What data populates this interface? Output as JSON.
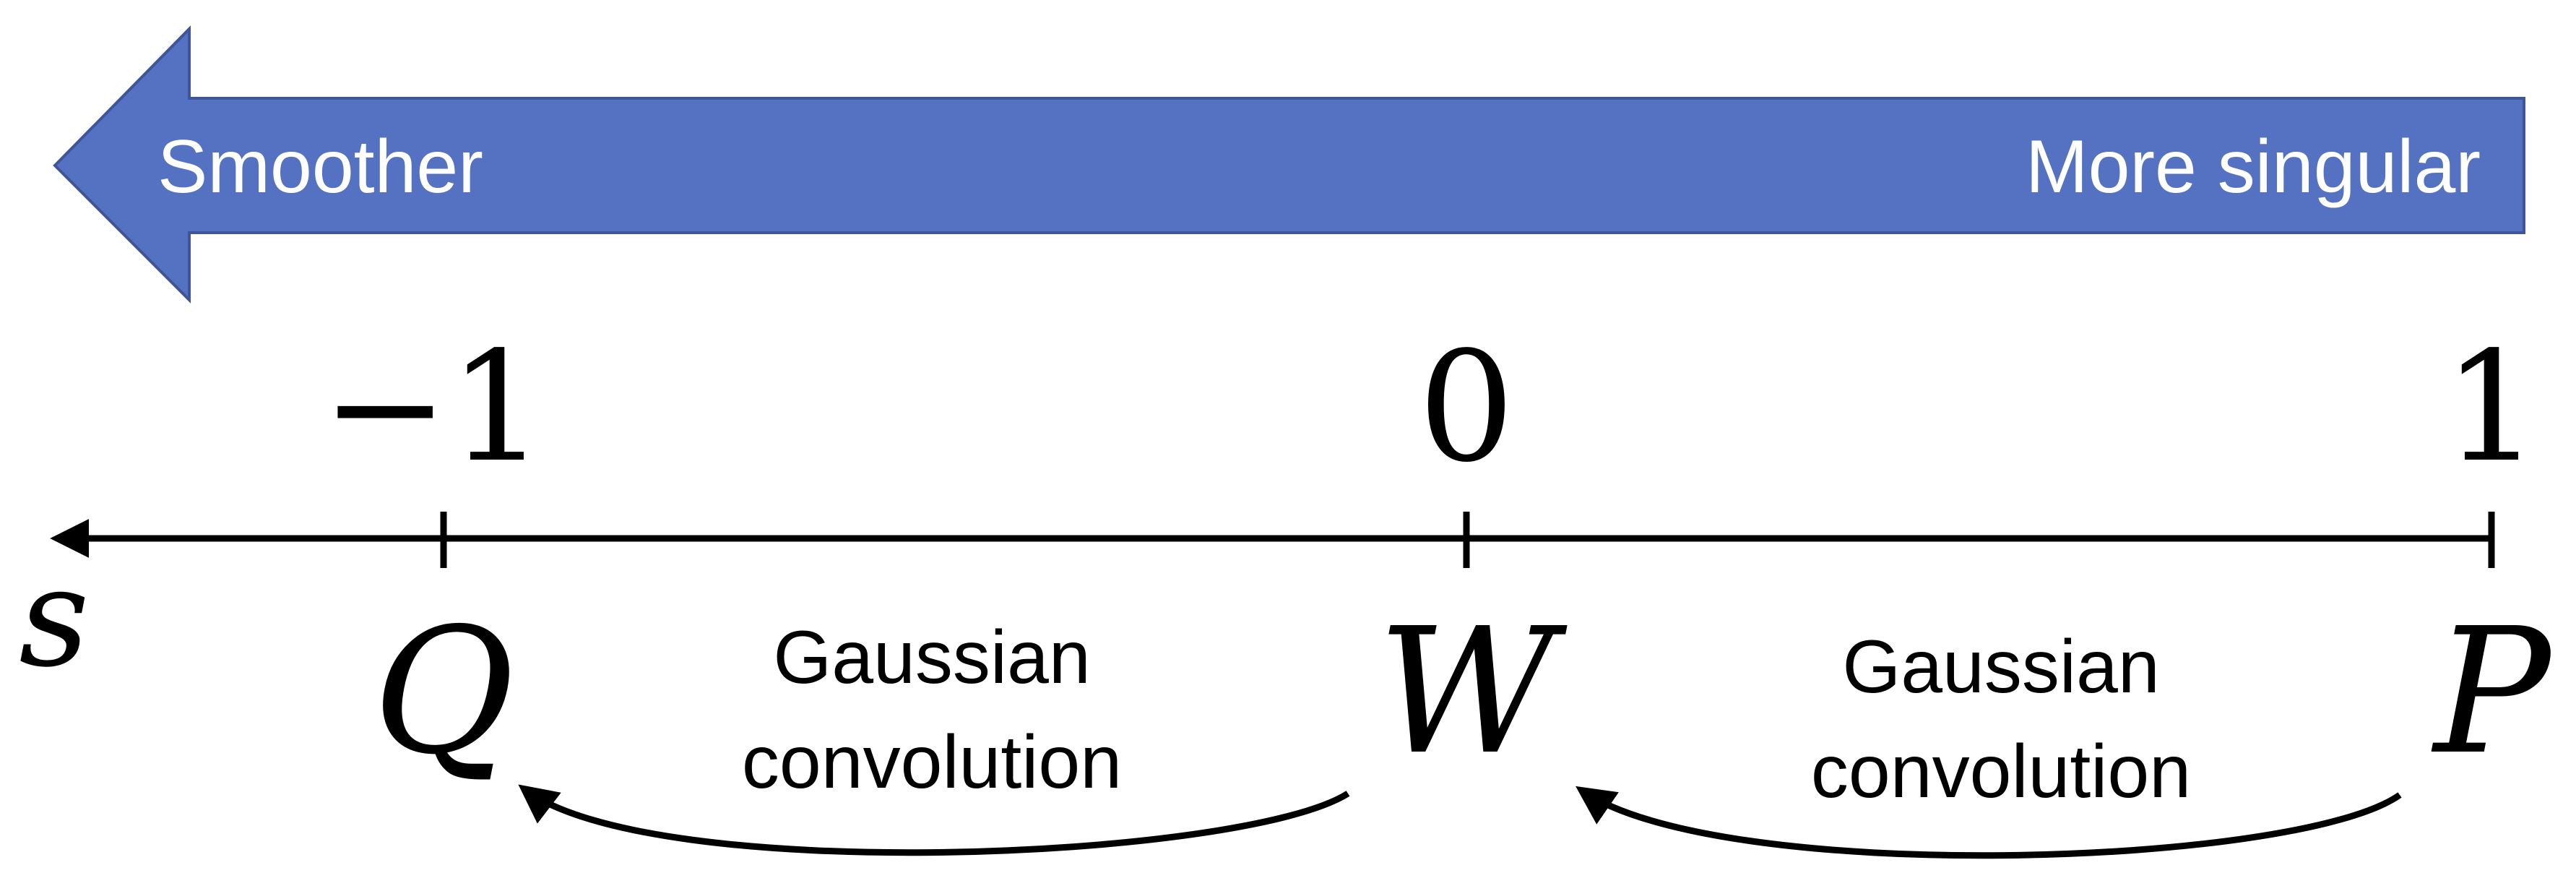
{
  "banner": {
    "left_label": "Smoother",
    "right_label": "More singular",
    "fill_color": "#5572C2",
    "stroke_color": "#3F559A"
  },
  "axis": {
    "variable": "s",
    "ticks": [
      {
        "value": "−1",
        "point": "Q"
      },
      {
        "value": "0",
        "point": "W"
      },
      {
        "value": "1",
        "point": "P"
      }
    ]
  },
  "transitions": [
    {
      "line1": "Gaussian",
      "line2": "convolution",
      "from": "W",
      "to": "Q"
    },
    {
      "line1": "Gaussian",
      "line2": "convolution",
      "from": "P",
      "to": "W"
    }
  ]
}
